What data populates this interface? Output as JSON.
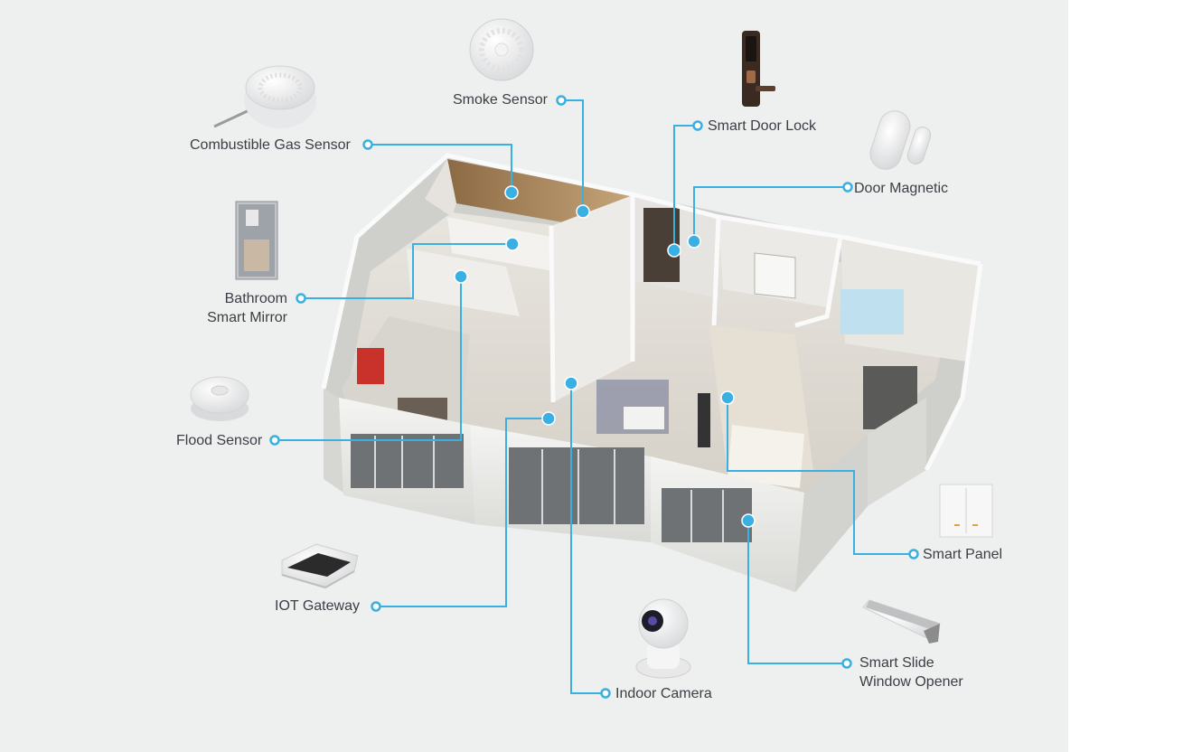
{
  "accent_color": "#3ab0e2",
  "labels": {
    "smoke_sensor": "Smoke Sensor",
    "combustible_gas_sensor": "Combustible Gas Sensor",
    "smart_door_lock": "Smart Door Lock",
    "door_magnetic": "Door Magnetic",
    "bathroom_smart_mirror_1": "Bathroom",
    "bathroom_smart_mirror_2": "Smart Mirror",
    "flood_sensor": "Flood Sensor",
    "iot_gateway": "IOT Gateway",
    "indoor_camera": "Indoor Camera",
    "smart_panel": "Smart Panel",
    "smart_slide_window_opener_1": "Smart Slide",
    "smart_slide_window_opener_2": "Window Opener"
  },
  "icons": [
    "smoke-sensor-icon",
    "gas-sensor-icon",
    "door-lock-icon",
    "door-magnetic-icon",
    "smart-mirror-icon",
    "flood-sensor-icon",
    "iot-gateway-icon",
    "indoor-camera-icon",
    "smart-panel-icon",
    "window-opener-icon"
  ]
}
